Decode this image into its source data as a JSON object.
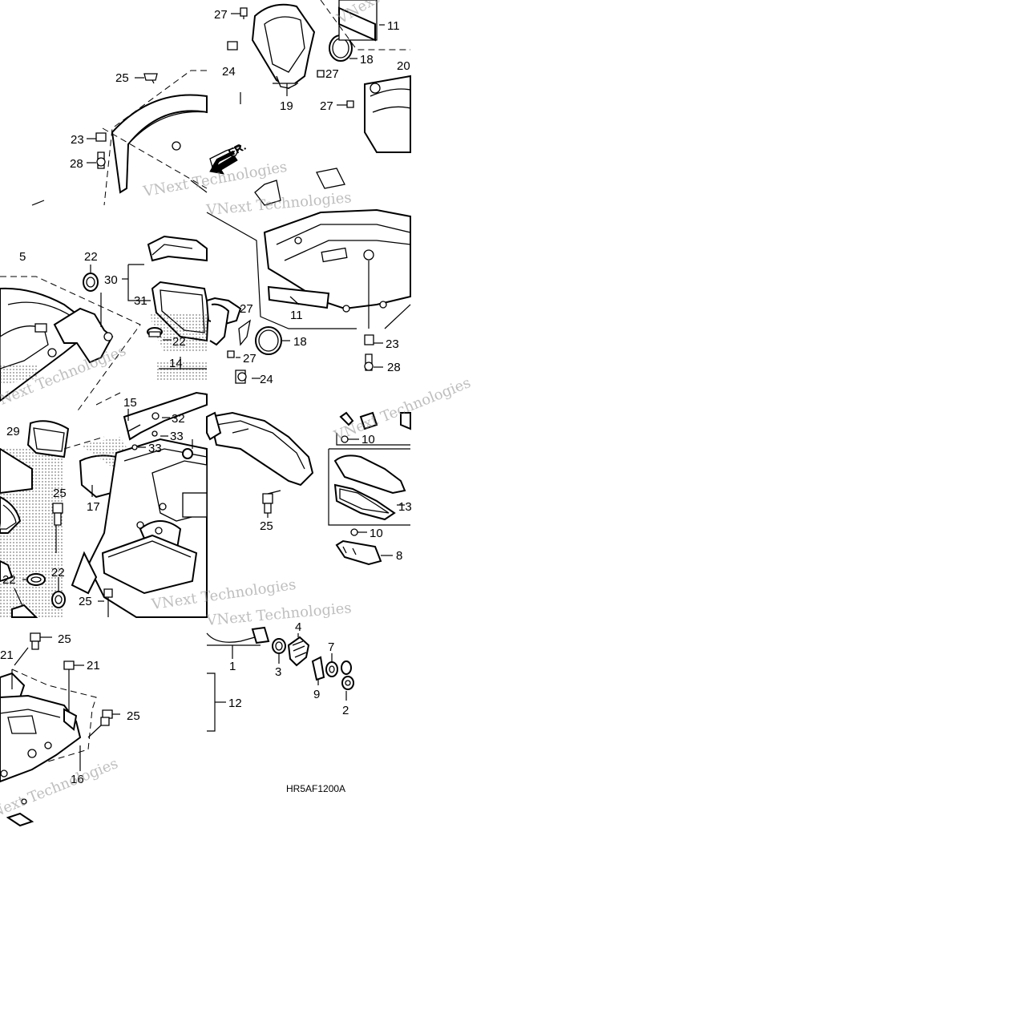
{
  "diagram": {
    "code": "HR5AF1200A",
    "direction": "FR.",
    "watermark": "VNext Technologies",
    "callouts": [
      "27",
      "11",
      "18",
      "20",
      "24",
      "27",
      "19",
      "27",
      "25",
      "23",
      "28",
      "5",
      "22",
      "30",
      "31",
      "27",
      "22",
      "27",
      "11",
      "18",
      "23",
      "14",
      "24",
      "28",
      "15",
      "32",
      "29",
      "33",
      "33",
      "10",
      "25",
      "17",
      "13",
      "25",
      "10",
      "8",
      "22",
      "22",
      "25",
      "4",
      "25",
      "21",
      "21",
      "7",
      "1",
      "3",
      "9",
      "2",
      "12",
      "25",
      "16"
    ]
  },
  "colors": {
    "ink": "#000000",
    "paper": "#ffffff",
    "watermark": "#8a8a8a"
  }
}
